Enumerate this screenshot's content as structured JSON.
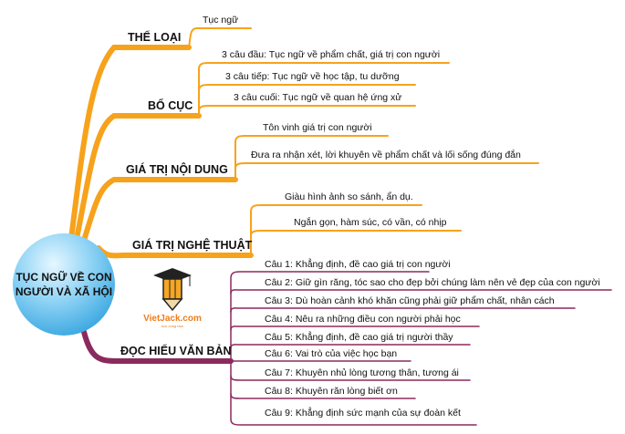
{
  "center": {
    "line1": "TỤC NGỮ VỀ CON",
    "line2": "NGƯỜI VÀ XÃ HỘI"
  },
  "logo": {
    "brand": "VietJack.com",
    "tagline": "học cùng bạn"
  },
  "colors": {
    "orange": "#f7a21b",
    "purple": "#8b2a5c"
  },
  "branches": {
    "the_loai": {
      "label": "THỂ LOẠI",
      "items": [
        "Tục ngữ"
      ]
    },
    "bo_cuc": {
      "label": "BỐ CỤC",
      "items": [
        "3 câu đầu: Tục ngữ về phẩm chất, giá trị con người",
        "3 câu tiếp: Tục ngữ về học tập, tu dưỡng",
        "3 câu cuối: Tục ngữ về quan hệ ứng xử"
      ]
    },
    "noi_dung": {
      "label": "GIÁ TRỊ NỘI DUNG",
      "items": [
        "Tôn vinh giá trị con người",
        "Đưa ra nhận xét, lời khuyên về phẩm chất và lối sống đúng đắn"
      ]
    },
    "nghe_thuat": {
      "label": "GIÁ TRỊ NGHỆ THUẬT",
      "items": [
        "Giàu hình ảnh so sánh, ẩn dụ.",
        "Ngắn gọn, hàm súc, có vần, có nhịp"
      ]
    },
    "doc_hieu": {
      "label": "ĐỌC HIỂU VĂN BẢN",
      "items": [
        "Câu 1: Khẳng định, đề cao giá trị con người",
        "Câu 2: Giữ gìn răng, tóc sao cho đẹp bởi chúng làm nên vẻ đẹp của con người",
        "Câu 3: Dù hoàn cảnh khó khăn cũng phải giữ phẩm chất, nhân cách",
        "Câu 4: Nêu ra những điều con người phải học",
        "Câu 5: Khẳng định, đề cao giá trị người thầy",
        "Câu 6: Vai trò của việc học bạn",
        "Câu 7: Khuyên nhủ lòng tương thân, tương ái",
        "Câu 8: Khuyên răn lòng biết ơn",
        "Câu 9: Khẳng định sức mạnh của sự đoàn kết"
      ]
    }
  }
}
